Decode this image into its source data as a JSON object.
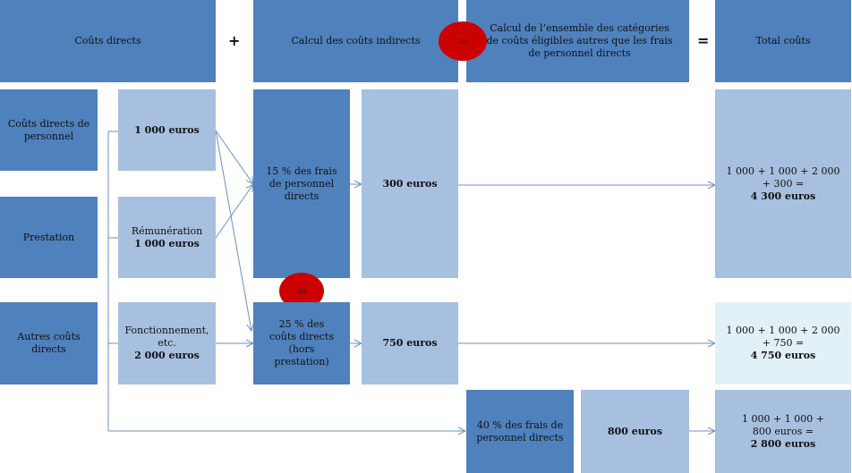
{
  "header": {
    "direct": "Coûts directs",
    "plus": "+",
    "indirect": "Calcul des coûts indirects",
    "or": "ou",
    "all_categories": "Calcul de l’ensemble  des catégories de coûts éligibles  autres que les frais de personnel directs",
    "equals": "=",
    "total": "Total coûts"
  },
  "rows": {
    "staff": {
      "label": "Coûts directs de personnel",
      "amount": "1 000 euros"
    },
    "service": {
      "label": "Prestation",
      "line1": "Rémunération",
      "amount": "1 000 euros"
    },
    "other": {
      "label": "Autres coûts directs",
      "line1": "Fonctionnement, etc.",
      "amount": "2 000 euros"
    }
  },
  "indirect": {
    "rate15": {
      "label": "15 % des frais de personnel directs",
      "amount": "300 euros",
      "total_formula": "1 000 + 1 000 + 2 000 + 300 =",
      "total": "4 300 euros"
    },
    "or": "ou",
    "rate25": {
      "label": "25 % des coûts directs (hors prestation)",
      "amount": "750 euros",
      "total_formula": "1 000 + 1 000 + 2 000 + 750  =",
      "total": "4 750 euros"
    },
    "rate40": {
      "label": "40 % des frais de personnel directs",
      "amount": "800 euros",
      "total_formula": "1 000 + 1 000 + 800 euros =",
      "total": "2 800 euros"
    }
  },
  "colors": {
    "dark": "#4f81bd",
    "light": "#a7c0df",
    "pale": "#e2f1f8",
    "or_circle": "#cc0000"
  }
}
